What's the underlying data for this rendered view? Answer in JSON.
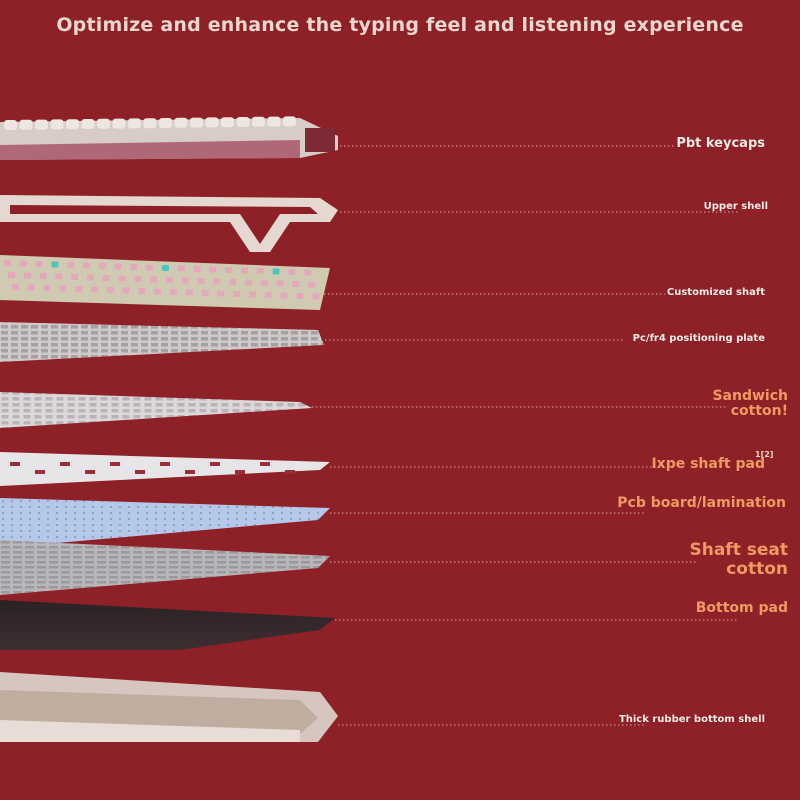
{
  "title": "Optimize and enhance the typing feel and listening experience",
  "colors": {
    "background": "#8e2028",
    "title_text": "#ecd7cf",
    "label_white": "#f3ebe6",
    "label_orange": "#ee9a62",
    "leader_line": "#d9a99c"
  },
  "layers": [
    {
      "label": "Pbt keycaps",
      "style": "white"
    },
    {
      "label": "Upper shell",
      "style": "white"
    },
    {
      "label": "Customized shaft",
      "style": "white"
    },
    {
      "label": "Pc/fr4 positioning plate",
      "style": "white"
    },
    {
      "label": "Sandwich cotton!",
      "style": "orange"
    },
    {
      "label": "Ixpe shaft pad",
      "style": "orange"
    },
    {
      "label": "Pcb board/lamination",
      "style": "orange"
    },
    {
      "label": "Shaft seat cotton",
      "style": "orange"
    },
    {
      "label": "Bottom pad",
      "style": "orange"
    },
    {
      "label": "Thick rubber bottom shell",
      "style": "white"
    }
  ],
  "footnote_marker": "1[2]"
}
